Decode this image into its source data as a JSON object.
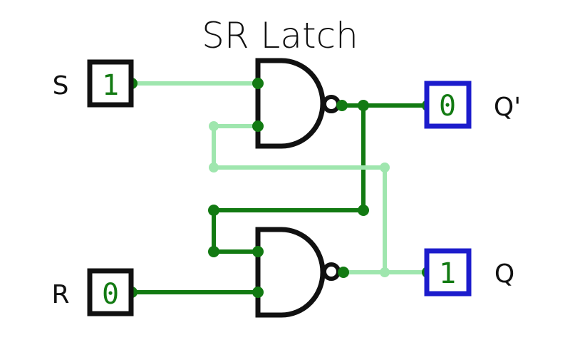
{
  "title": "SR Latch",
  "inputs": {
    "s": {
      "label": "S",
      "value": "1"
    },
    "r": {
      "label": "R",
      "value": "0"
    }
  },
  "outputs": {
    "q_bar": {
      "label": "Q'",
      "value": "0"
    },
    "q": {
      "label": "Q",
      "value": "1"
    }
  },
  "colors": {
    "wire_high": "#9fe6ae",
    "wire_low": "#127a12",
    "output_border": "#1c1ccc",
    "input_border": "#111111",
    "value_text": "#127a12"
  }
}
